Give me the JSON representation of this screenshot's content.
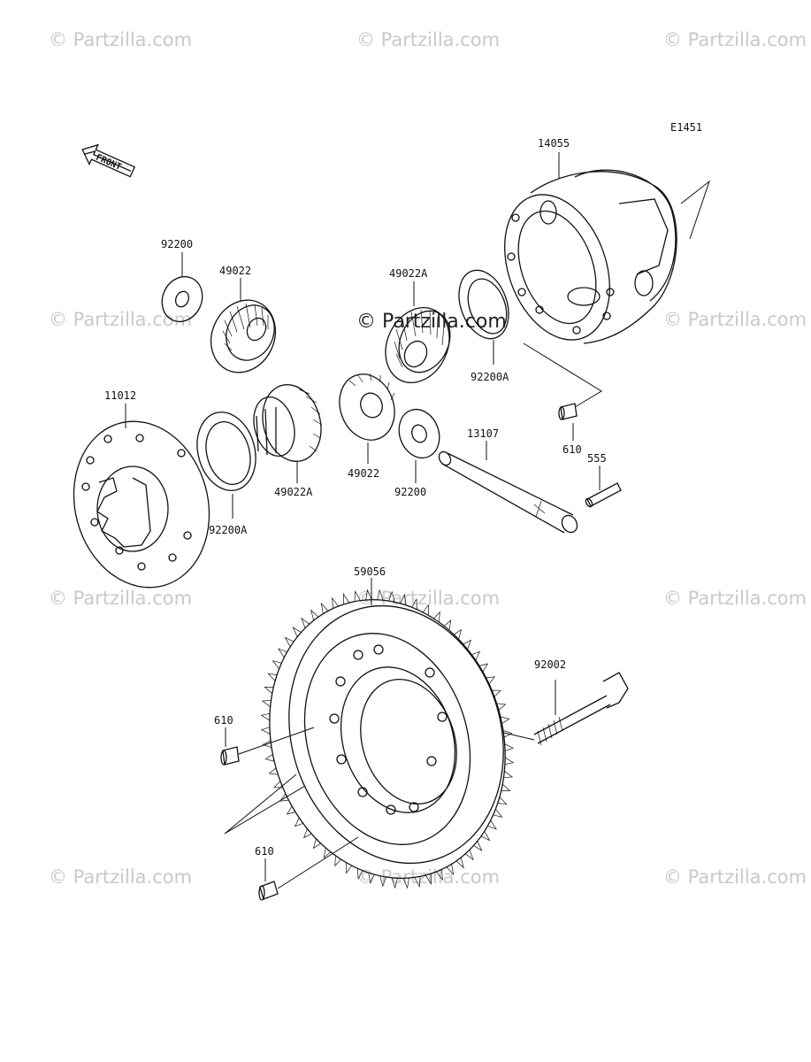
{
  "diagram_code": "E1451",
  "front_label": "FRONT",
  "watermark": {
    "text": "© Partzilla.com",
    "center_text": "© Partzilla.com"
  },
  "parts": {
    "p14055": "14055",
    "p92200_top": "92200",
    "p49022_top": "49022",
    "p49022A_top": "49022A",
    "p92200A_right": "92200A",
    "p11012": "11012",
    "p92200A_left": "92200A",
    "p49022A_mid": "49022A",
    "p49022_mid": "49022",
    "p92200_mid": "92200",
    "p13107": "13107",
    "p610_upper": "610",
    "p555": "555",
    "p59056": "59056",
    "p92002": "92002",
    "p610_left": "610",
    "p610_lower": "610"
  }
}
